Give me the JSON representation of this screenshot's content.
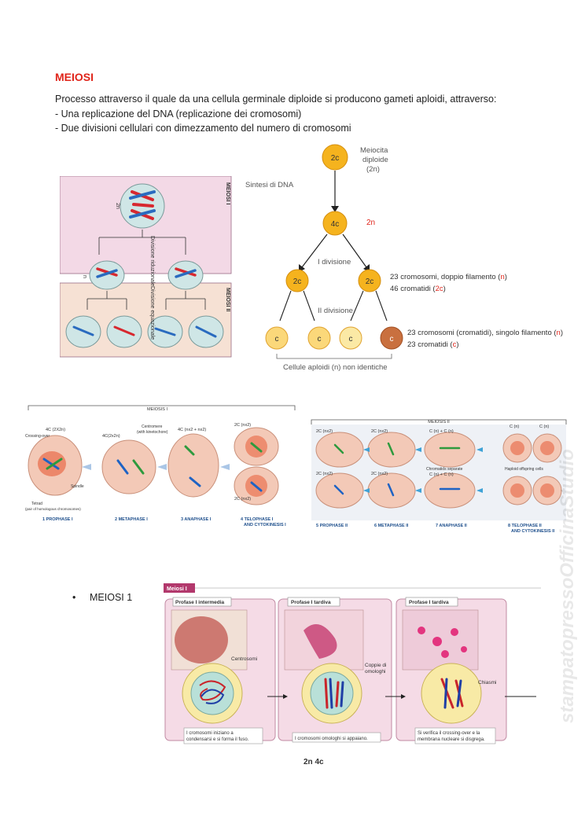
{
  "title": "MEIOSI",
  "intro": {
    "main": "Processo attraverso il quale da una cellula germinale diploide si producono gameti aploidi, attraverso:",
    "item1": "- Una replicazione del DNA (replicazione dei cromosomi)",
    "item2": "- Due divisioni cellulari con dimezzamento del numero di cromosomi"
  },
  "fig1": {
    "meiosi_i": "MEIOSI I",
    "meiosi_ii": "MEIOSI II",
    "ploidy_2n": "2n",
    "ploidy_n": "n",
    "division1": "Divisione riduzionale",
    "division2": "Divisione equazionale"
  },
  "fig2": {
    "top_cell": "2c",
    "top_label_1": "Meiocita",
    "top_label_2": "diploide",
    "top_label_3": "(2n)",
    "sintesi": "Sintesi di DNA",
    "cell_4c": "4c",
    "label_2n": "2n",
    "i_divisione": "I divisione",
    "cell_2c": "2c",
    "ii_divisione": "II divisione",
    "cell_c": "c",
    "cellule_aploidi": "Cellule aploidi (n) non identiche",
    "note1_a": "23 cromosomi, doppio filamento (",
    "note1_n": "n",
    "note1_b": ")",
    "note2_a": "46 cromatidi (",
    "note2_c": "2c",
    "note2_b": ")",
    "note3_a": "23 cromosomi (cromatidi), singolo filamento (",
    "note3_n": "n",
    "note3_b": ")",
    "note4_a": "23 cromatidi (",
    "note4_c": "c",
    "note4_b": ")"
  },
  "fig3": {
    "meiosis_i": "MEIOSIS I",
    "meiosis_ii": "MEIOSIS II",
    "l_4c_2x2n": "4C (2X2n)",
    "l_crossing": "Crossing-over",
    "l_tetrad_1": "Tetrad",
    "l_tetrad_2": "(pair of homologous chromosomes)",
    "l_spindle": "Spindle",
    "l_4c_meta": "4C(2x2n)",
    "l_centromere_1": "Centromere",
    "l_centromere_2": "(with kinetochore)",
    "l_4c_ana": "4C (nx2 + nx2)",
    "l_2c_nx2_a": "2C (nx2)",
    "l_2c_nx2_b": "2C (nx2)",
    "l_ii_a": "2C (nx2)",
    "l_ii_b": "2C (nx2)",
    "l_ii_c": "2C (nx2)",
    "l_ii_d": "2C (nx2)",
    "l_cn_a": "C (n) + C (n)",
    "l_cn_b": "C (n) + C (n)",
    "l_chromatids_sep": "Chromatids separate",
    "l_haploid": "Haploid offspring cells",
    "l_c_n_1": "C (n)",
    "l_c_n_2": "C (n)",
    "step1": "1 PROPHASE I",
    "step2": "2 METAPHASE I",
    "step3": "3 ANAPHASE I",
    "step4a": "4 TELOPHASE I",
    "step4b": "AND CYTOKINESIS I",
    "step5": "5 PROPHASE II",
    "step6": "6 METAPHASE II",
    "step7": "7 ANAPHASE II",
    "step8a": "8 TELOPHASE II",
    "step8b": "AND CYTOKINESIS II"
  },
  "bullet": "MEIOSI 1",
  "fig4": {
    "tab": "Meiosi I",
    "p1_title": "Profase I intermedia",
    "p2_title": "Profase I tardiva",
    "p3_title": "Profase I tardiva",
    "centrosomi": "Centrosomi",
    "coppie_1": "Coppie di",
    "coppie_2": "omologhi",
    "chiasmi": "Chiasmi",
    "cap1_a": "I cromosomi iniziano a",
    "cap1_b": "condensarsi e si forma il fuso.",
    "cap2": "I cromosomi omologhi si appaiano.",
    "cap3_a": "Si verifica il crossing-over e la",
    "cap3_b": "membrana nucleare si disgrega."
  },
  "caption": "2n 4c",
  "watermark": "stampatopressoOfficinaStudio"
}
